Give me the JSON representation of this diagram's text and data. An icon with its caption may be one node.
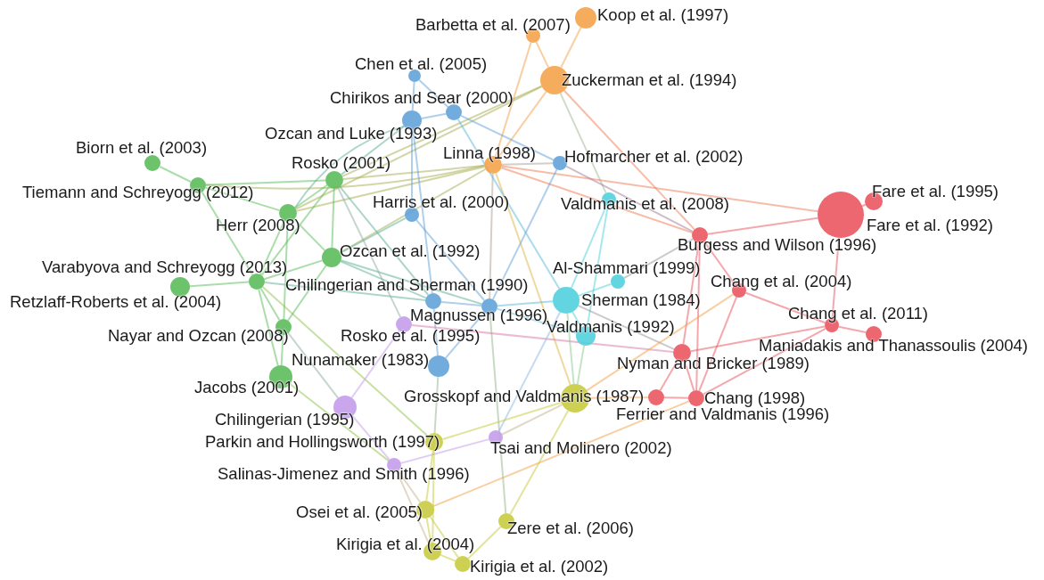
{
  "diagram": {
    "nodes": [
      {
        "text": [],
        "shape": "circle",
        "beside": [
          "Koop et al. (1997)"
        ]
      },
      {
        "text": [],
        "shape": "circle",
        "beside": [
          "Barbetta et al. (2007)"
        ]
      },
      {
        "text": [],
        "shape": "circle",
        "beside": [
          "Chen et al. (2005)"
        ]
      },
      {
        "text": [],
        "shape": "circle",
        "beside": [
          "Zuckerman et al. (1994)"
        ]
      },
      {
        "text": [],
        "shape": "circle",
        "beside": [
          "Chirikos and Sear (2000)"
        ]
      },
      {
        "text": [],
        "shape": "circle",
        "beside": [
          "Ozcan and Luke (1993)"
        ]
      },
      {
        "text": [],
        "shape": "circle",
        "beside": [
          "Biorn et al. (2003)"
        ]
      },
      {
        "text": [],
        "shape": "circle",
        "beside": [
          "Rosko (2001)"
        ]
      },
      {
        "text": [],
        "shape": "circle",
        "beside": [
          "Linna (1998)"
        ]
      },
      {
        "text": [],
        "shape": "circle",
        "beside": [
          "Hofmarcher et al. (2002)"
        ]
      },
      {
        "text": [],
        "shape": "circle",
        "beside": [
          "Tiemann and Schreyogg (2012)"
        ]
      },
      {
        "text": [],
        "shape": "circle",
        "beside": [
          "Harris et al. (2000)"
        ]
      },
      {
        "text": [],
        "shape": "circle",
        "beside": [
          "Valdmanis et al. (2008)"
        ]
      },
      {
        "text": [],
        "shape": "circle",
        "beside": [
          "Fare et al. (1995)"
        ]
      },
      {
        "text": [],
        "shape": "circle",
        "beside": [
          "Fare et al. (1992)"
        ]
      },
      {
        "text": [],
        "shape": "circle",
        "beside": [
          "Herr (2008)"
        ]
      },
      {
        "text": [],
        "shape": "circle",
        "beside": [
          "Burgess and Wilson (1996)"
        ]
      },
      {
        "text": [],
        "shape": "circle",
        "beside": [
          "Ozcan et al. (1992)"
        ]
      },
      {
        "text": [],
        "shape": "circle",
        "beside": [
          "Varabyova and Schreyogg (2013)"
        ]
      },
      {
        "text": [],
        "shape": "circle",
        "beside": [
          "Al-Shammari (1999)"
        ]
      },
      {
        "text": [],
        "shape": "circle",
        "beside": [
          "Chang et al. (2004)"
        ]
      },
      {
        "text": [],
        "shape": "circle",
        "beside": [
          "Retzlaff-Roberts et al. (2004)"
        ]
      },
      {
        "text": [],
        "shape": "circle",
        "beside": [
          "Chilingerian and Sherman (1990)"
        ]
      },
      {
        "text": [],
        "shape": "circle",
        "beside": [
          "Sherman (1984)"
        ]
      },
      {
        "text": [],
        "shape": "circle",
        "beside": [
          "Magnussen (1996)"
        ]
      },
      {
        "text": [],
        "shape": "circle",
        "beside": [
          "Chang et al. (2011)"
        ]
      },
      {
        "text": [],
        "shape": "circle",
        "beside": [
          "Rosko et al. (1995)"
        ]
      },
      {
        "text": [],
        "shape": "circle",
        "beside": [
          "Nayar and Ozcan (2008)"
        ]
      },
      {
        "text": [],
        "shape": "circle",
        "beside": [
          "Valdmanis (1992)"
        ]
      },
      {
        "text": [],
        "shape": "circle",
        "beside": [
          "Maniadakis and Thanassoulis (2004)"
        ]
      },
      {
        "text": [],
        "shape": "circle",
        "beside": [
          "Nunamaker (1983)"
        ]
      },
      {
        "text": [],
        "shape": "circle",
        "beside": [
          "Nyman and Bricker (1989)"
        ]
      },
      {
        "text": [],
        "shape": "circle",
        "beside": [
          "Jacobs (2001)"
        ]
      },
      {
        "text": [],
        "shape": "circle",
        "beside": [
          "Grosskopf and Valdmanis (1987)"
        ]
      },
      {
        "text": [],
        "shape": "circle",
        "beside": [
          "Ferrier and Valdmanis (1996)"
        ]
      },
      {
        "text": [],
        "shape": "circle",
        "beside": [
          "Chang (1998)"
        ]
      },
      {
        "text": [],
        "shape": "circle",
        "beside": [
          "Chilingerian (1995)"
        ]
      },
      {
        "text": [],
        "shape": "circle",
        "beside": [
          "Parkin and Hollingsworth (1997)"
        ]
      },
      {
        "text": [],
        "shape": "circle",
        "beside": [
          "Tsai and Molinero (2002)"
        ]
      },
      {
        "text": [],
        "shape": "circle",
        "beside": [
          "Salinas-Jimenez and Smith (1996)"
        ]
      },
      {
        "text": [],
        "shape": "circle",
        "beside": [
          "Osei et al. (2005)"
        ]
      },
      {
        "text": [],
        "shape": "circle",
        "beside": [
          "Zere et al. (2006)"
        ]
      },
      {
        "text": [],
        "shape": "circle",
        "beside": [
          "Kirigia et al. (2004)"
        ]
      },
      {
        "text": [],
        "shape": "circle",
        "beside": [
          "Kirigia et al. (2002)"
        ]
      }
    ],
    "edges": [
      {
        "from": 0,
        "to": 3,
        "arrow": "none",
        "color": "#f4a046"
      },
      {
        "from": 1,
        "to": 3,
        "arrow": "none",
        "color": "#f4a046"
      },
      {
        "from": 1,
        "to": 8,
        "arrow": "none",
        "color": "#f4a046"
      },
      {
        "from": 3,
        "to": 8,
        "arrow": "none",
        "color": "#f4a046"
      },
      {
        "from": 3,
        "to": 7,
        "arrow": "none",
        "color": "#a6ae4f"
      },
      {
        "from": 3,
        "to": 15,
        "arrow": "none",
        "color": "#a6ae4f"
      },
      {
        "from": 3,
        "to": 12,
        "arrow": "none",
        "color": "#a0b891"
      },
      {
        "from": 3,
        "to": 16,
        "arrow": "none",
        "color": "#ef7951"
      },
      {
        "from": 8,
        "to": 10,
        "arrow": "none",
        "color": "#a6ae4f"
      },
      {
        "from": 8,
        "to": 7,
        "arrow": "none",
        "color": "#a6ae4f"
      },
      {
        "from": 8,
        "to": 15,
        "arrow": "none",
        "color": "#a6ae4f"
      },
      {
        "from": 8,
        "to": 9,
        "arrow": "none",
        "color": "#aaa08f"
      },
      {
        "from": 8,
        "to": 14,
        "arrow": "none",
        "color": "#ef7951"
      },
      {
        "from": 8,
        "to": 16,
        "arrow": "none",
        "color": "#ef7951"
      },
      {
        "from": 8,
        "to": 17,
        "arrow": "none",
        "color": "#a6ae4f"
      },
      {
        "from": 8,
        "to": 24,
        "arrow": "none",
        "color": "#aaa08f"
      },
      {
        "from": 8,
        "to": 33,
        "arrow": "none",
        "color": "#ddb540"
      },
      {
        "from": 4,
        "to": 9,
        "arrow": "none",
        "color": "#5fa0d8"
      },
      {
        "from": 9,
        "to": 16,
        "arrow": "none",
        "color": "#a4799a"
      },
      {
        "from": 9,
        "to": 24,
        "arrow": "none",
        "color": "#5fa0d8"
      },
      {
        "from": 2,
        "to": 5,
        "arrow": "none",
        "color": "#5fa0d8"
      },
      {
        "from": 2,
        "to": 4,
        "arrow": "none",
        "color": "#5fa0d8"
      },
      {
        "from": 5,
        "to": 4,
        "arrow": "none",
        "color": "#5fa0d8"
      },
      {
        "from": 5,
        "to": 11,
        "arrow": "none",
        "color": "#5fa0d8"
      },
      {
        "from": 4,
        "to": 23,
        "arrow": "none",
        "color": "#56b8da"
      },
      {
        "from": 5,
        "to": 22,
        "arrow": "none",
        "color": "#5fa0d8"
      },
      {
        "from": 5,
        "to": 15,
        "arrow": "none",
        "color": "#5cae98"
      },
      {
        "from": 5,
        "to": 7,
        "arrow": "none",
        "color": "#5cae98"
      },
      {
        "from": 11,
        "to": 17,
        "arrow": "none",
        "color": "#5cae98"
      },
      {
        "from": 11,
        "to": 24,
        "arrow": "none",
        "color": "#5fa0d8"
      },
      {
        "from": 22,
        "to": 24,
        "arrow": "none",
        "color": "#5fa0d8"
      },
      {
        "from": 24,
        "to": 23,
        "arrow": "none",
        "color": "#56b8da"
      },
      {
        "from": 30,
        "to": 22,
        "arrow": "none",
        "color": "#5fa0d8"
      },
      {
        "from": 30,
        "to": 24,
        "arrow": "none",
        "color": "#5fa0d8"
      },
      {
        "from": 30,
        "to": 37,
        "arrow": "none",
        "color": "#93b589"
      },
      {
        "from": 24,
        "to": 41,
        "arrow": "none",
        "color": "#93b589"
      },
      {
        "from": 6,
        "to": 10,
        "arrow": "none",
        "color": "#58bb58"
      },
      {
        "from": 10,
        "to": 7,
        "arrow": "none",
        "color": "#58bb58"
      },
      {
        "from": 10,
        "to": 15,
        "arrow": "none",
        "color": "#58bb58"
      },
      {
        "from": 10,
        "to": 18,
        "arrow": "none",
        "color": "#58bb58"
      },
      {
        "from": 15,
        "to": 7,
        "arrow": "none",
        "color": "#58bb58"
      },
      {
        "from": 15,
        "to": 17,
        "arrow": "none",
        "color": "#58bb58"
      },
      {
        "from": 15,
        "to": 18,
        "arrow": "none",
        "color": "#58bb58"
      },
      {
        "from": 15,
        "to": 27,
        "arrow": "none",
        "color": "#58bb58"
      },
      {
        "from": 7,
        "to": 17,
        "arrow": "none",
        "color": "#58bb58"
      },
      {
        "from": 7,
        "to": 18,
        "arrow": "none",
        "color": "#58bb58"
      },
      {
        "from": 7,
        "to": 22,
        "arrow": "none",
        "color": "#5cae98"
      },
      {
        "from": 18,
        "to": 21,
        "arrow": "none",
        "color": "#58bb58"
      },
      {
        "from": 18,
        "to": 17,
        "arrow": "none",
        "color": "#58bb58"
      },
      {
        "from": 18,
        "to": 27,
        "arrow": "none",
        "color": "#58bb58"
      },
      {
        "from": 18,
        "to": 32,
        "arrow": "none",
        "color": "#58bb58"
      },
      {
        "from": 18,
        "to": 22,
        "arrow": "none",
        "color": "#5cae98"
      },
      {
        "from": 18,
        "to": 37,
        "arrow": "none",
        "color": "#8fc249"
      },
      {
        "from": 17,
        "to": 27,
        "arrow": "none",
        "color": "#58bb58"
      },
      {
        "from": 17,
        "to": 24,
        "arrow": "none",
        "color": "#5cae98"
      },
      {
        "from": 17,
        "to": 22,
        "arrow": "none",
        "color": "#5cae98"
      },
      {
        "from": 27,
        "to": 32,
        "arrow": "none",
        "color": "#58bb58"
      },
      {
        "from": 27,
        "to": 36,
        "arrow": "none",
        "color": "#8eaba1"
      },
      {
        "from": 32,
        "to": 39,
        "arrow": "none",
        "color": "#8fc249"
      },
      {
        "from": 26,
        "to": 36,
        "arrow": "none",
        "color": "#c39be9"
      },
      {
        "from": 26,
        "to": 7,
        "arrow": "none",
        "color": "#8eaba1"
      },
      {
        "from": 26,
        "to": 31,
        "arrow": "none",
        "color": "#d677a3"
      },
      {
        "from": 36,
        "to": 39,
        "arrow": "none",
        "color": "#c39be9"
      },
      {
        "from": 39,
        "to": 38,
        "arrow": "none",
        "color": "#c39be9"
      },
      {
        "from": 38,
        "to": 23,
        "arrow": "none",
        "color": "#88b5e3"
      },
      {
        "from": 38,
        "to": 33,
        "arrow": "none",
        "color": "#c4b292"
      },
      {
        "from": 39,
        "to": 42,
        "arrow": "none",
        "color": "#c4b292"
      },
      {
        "from": 12,
        "to": 23,
        "arrow": "none",
        "color": "#4dcfdc"
      },
      {
        "from": 12,
        "to": 28,
        "arrow": "none",
        "color": "#4dcfdc"
      },
      {
        "from": 19,
        "to": 23,
        "arrow": "none",
        "color": "#4dcfdc"
      },
      {
        "from": 23,
        "to": 28,
        "arrow": "none",
        "color": "#4dcfdc"
      },
      {
        "from": 23,
        "to": 33,
        "arrow": "none",
        "color": "#89cc8b"
      },
      {
        "from": 28,
        "to": 33,
        "arrow": "none",
        "color": "#89cc8b"
      },
      {
        "from": 19,
        "to": 16,
        "arrow": "none",
        "color": "#9b919c"
      },
      {
        "from": 23,
        "to": 31,
        "arrow": "none",
        "color": "#9b919c"
      },
      {
        "from": 24,
        "to": 28,
        "arrow": "none",
        "color": "#56b8da"
      },
      {
        "from": 16,
        "to": 14,
        "arrow": "none",
        "color": "#e9525c"
      },
      {
        "from": 14,
        "to": 13,
        "arrow": "none",
        "color": "#e9525c"
      },
      {
        "from": 14,
        "to": 25,
        "arrow": "none",
        "color": "#e9525c"
      },
      {
        "from": 16,
        "to": 20,
        "arrow": "none",
        "color": "#e9525c"
      },
      {
        "from": 16,
        "to": 31,
        "arrow": "none",
        "color": "#e9525c"
      },
      {
        "from": 16,
        "to": 35,
        "arrow": "none",
        "color": "#e9525c"
      },
      {
        "from": 20,
        "to": 25,
        "arrow": "none",
        "color": "#e9525c"
      },
      {
        "from": 20,
        "to": 35,
        "arrow": "none",
        "color": "#e9525c"
      },
      {
        "from": 20,
        "to": 33,
        "arrow": "none",
        "color": "#f4a046"
      },
      {
        "from": 25,
        "to": 29,
        "arrow": "none",
        "color": "#e9525c"
      },
      {
        "from": 25,
        "to": 31,
        "arrow": "none",
        "color": "#e9525c"
      },
      {
        "from": 25,
        "to": 35,
        "arrow": "none",
        "color": "#e9525c"
      },
      {
        "from": 31,
        "to": 34,
        "arrow": "none",
        "color": "#e9525c"
      },
      {
        "from": 31,
        "to": 35,
        "arrow": "none",
        "color": "#e9525c"
      },
      {
        "from": 34,
        "to": 35,
        "arrow": "none",
        "color": "#e9525c"
      },
      {
        "from": 34,
        "to": 33,
        "arrow": "none",
        "color": "#f4a046"
      },
      {
        "from": 35,
        "to": 40,
        "arrow": "none",
        "color": "#f4a046"
      },
      {
        "from": 33,
        "to": 37,
        "arrow": "none",
        "color": "#c6c93a"
      },
      {
        "from": 33,
        "to": 41,
        "arrow": "none",
        "color": "#c6c93a"
      },
      {
        "from": 37,
        "to": 40,
        "arrow": "none",
        "color": "#c6c93a"
      },
      {
        "from": 40,
        "to": 42,
        "arrow": "none",
        "color": "#c6c93a"
      },
      {
        "from": 40,
        "to": 43,
        "arrow": "none",
        "color": "#c6c93a"
      },
      {
        "from": 42,
        "to": 43,
        "arrow": "none",
        "color": "#c6c93a"
      },
      {
        "from": 41,
        "to": 43,
        "arrow": "none",
        "color": "#c6c93a"
      },
      {
        "from": 37,
        "to": 42,
        "arrow": "none",
        "color": "#c6c93a"
      },
      {
        "from": 39,
        "to": 40,
        "arrow": "none",
        "color": "#c4b292"
      }
    ]
  }
}
